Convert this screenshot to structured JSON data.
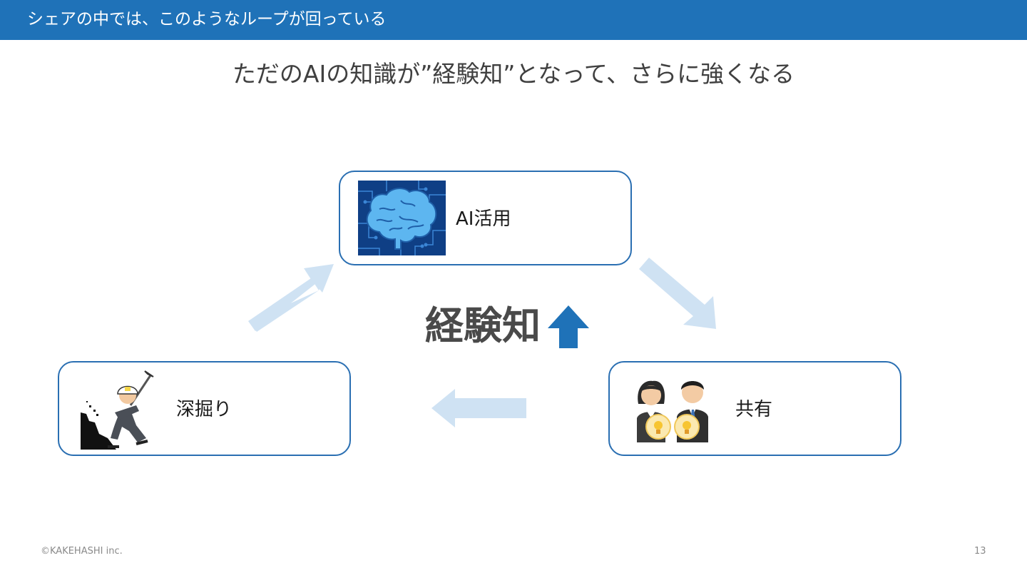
{
  "header": {
    "title": "シェアの中では、このようなループが回っている"
  },
  "slide": {
    "subtitle": "ただのAIの知識が”経験知”となって、さらに強くなる",
    "center_label": "経験知",
    "cards": {
      "ai": {
        "label": "AI活用",
        "icon": "brain-circuit-icon"
      },
      "dig": {
        "label": "深掘り",
        "icon": "miner-digging-icon"
      },
      "share": {
        "label": "共有",
        "icon": "people-sharing-ideas-icon"
      }
    }
  },
  "colors": {
    "header_bg": "#1f72b8",
    "card_border": "#2a6fb2",
    "flow_arrow": "#cfe2f3",
    "up_arrow": "#1f72b8"
  },
  "footer": {
    "copyright": "©KAKEHASHI inc.",
    "page_number": "13"
  }
}
